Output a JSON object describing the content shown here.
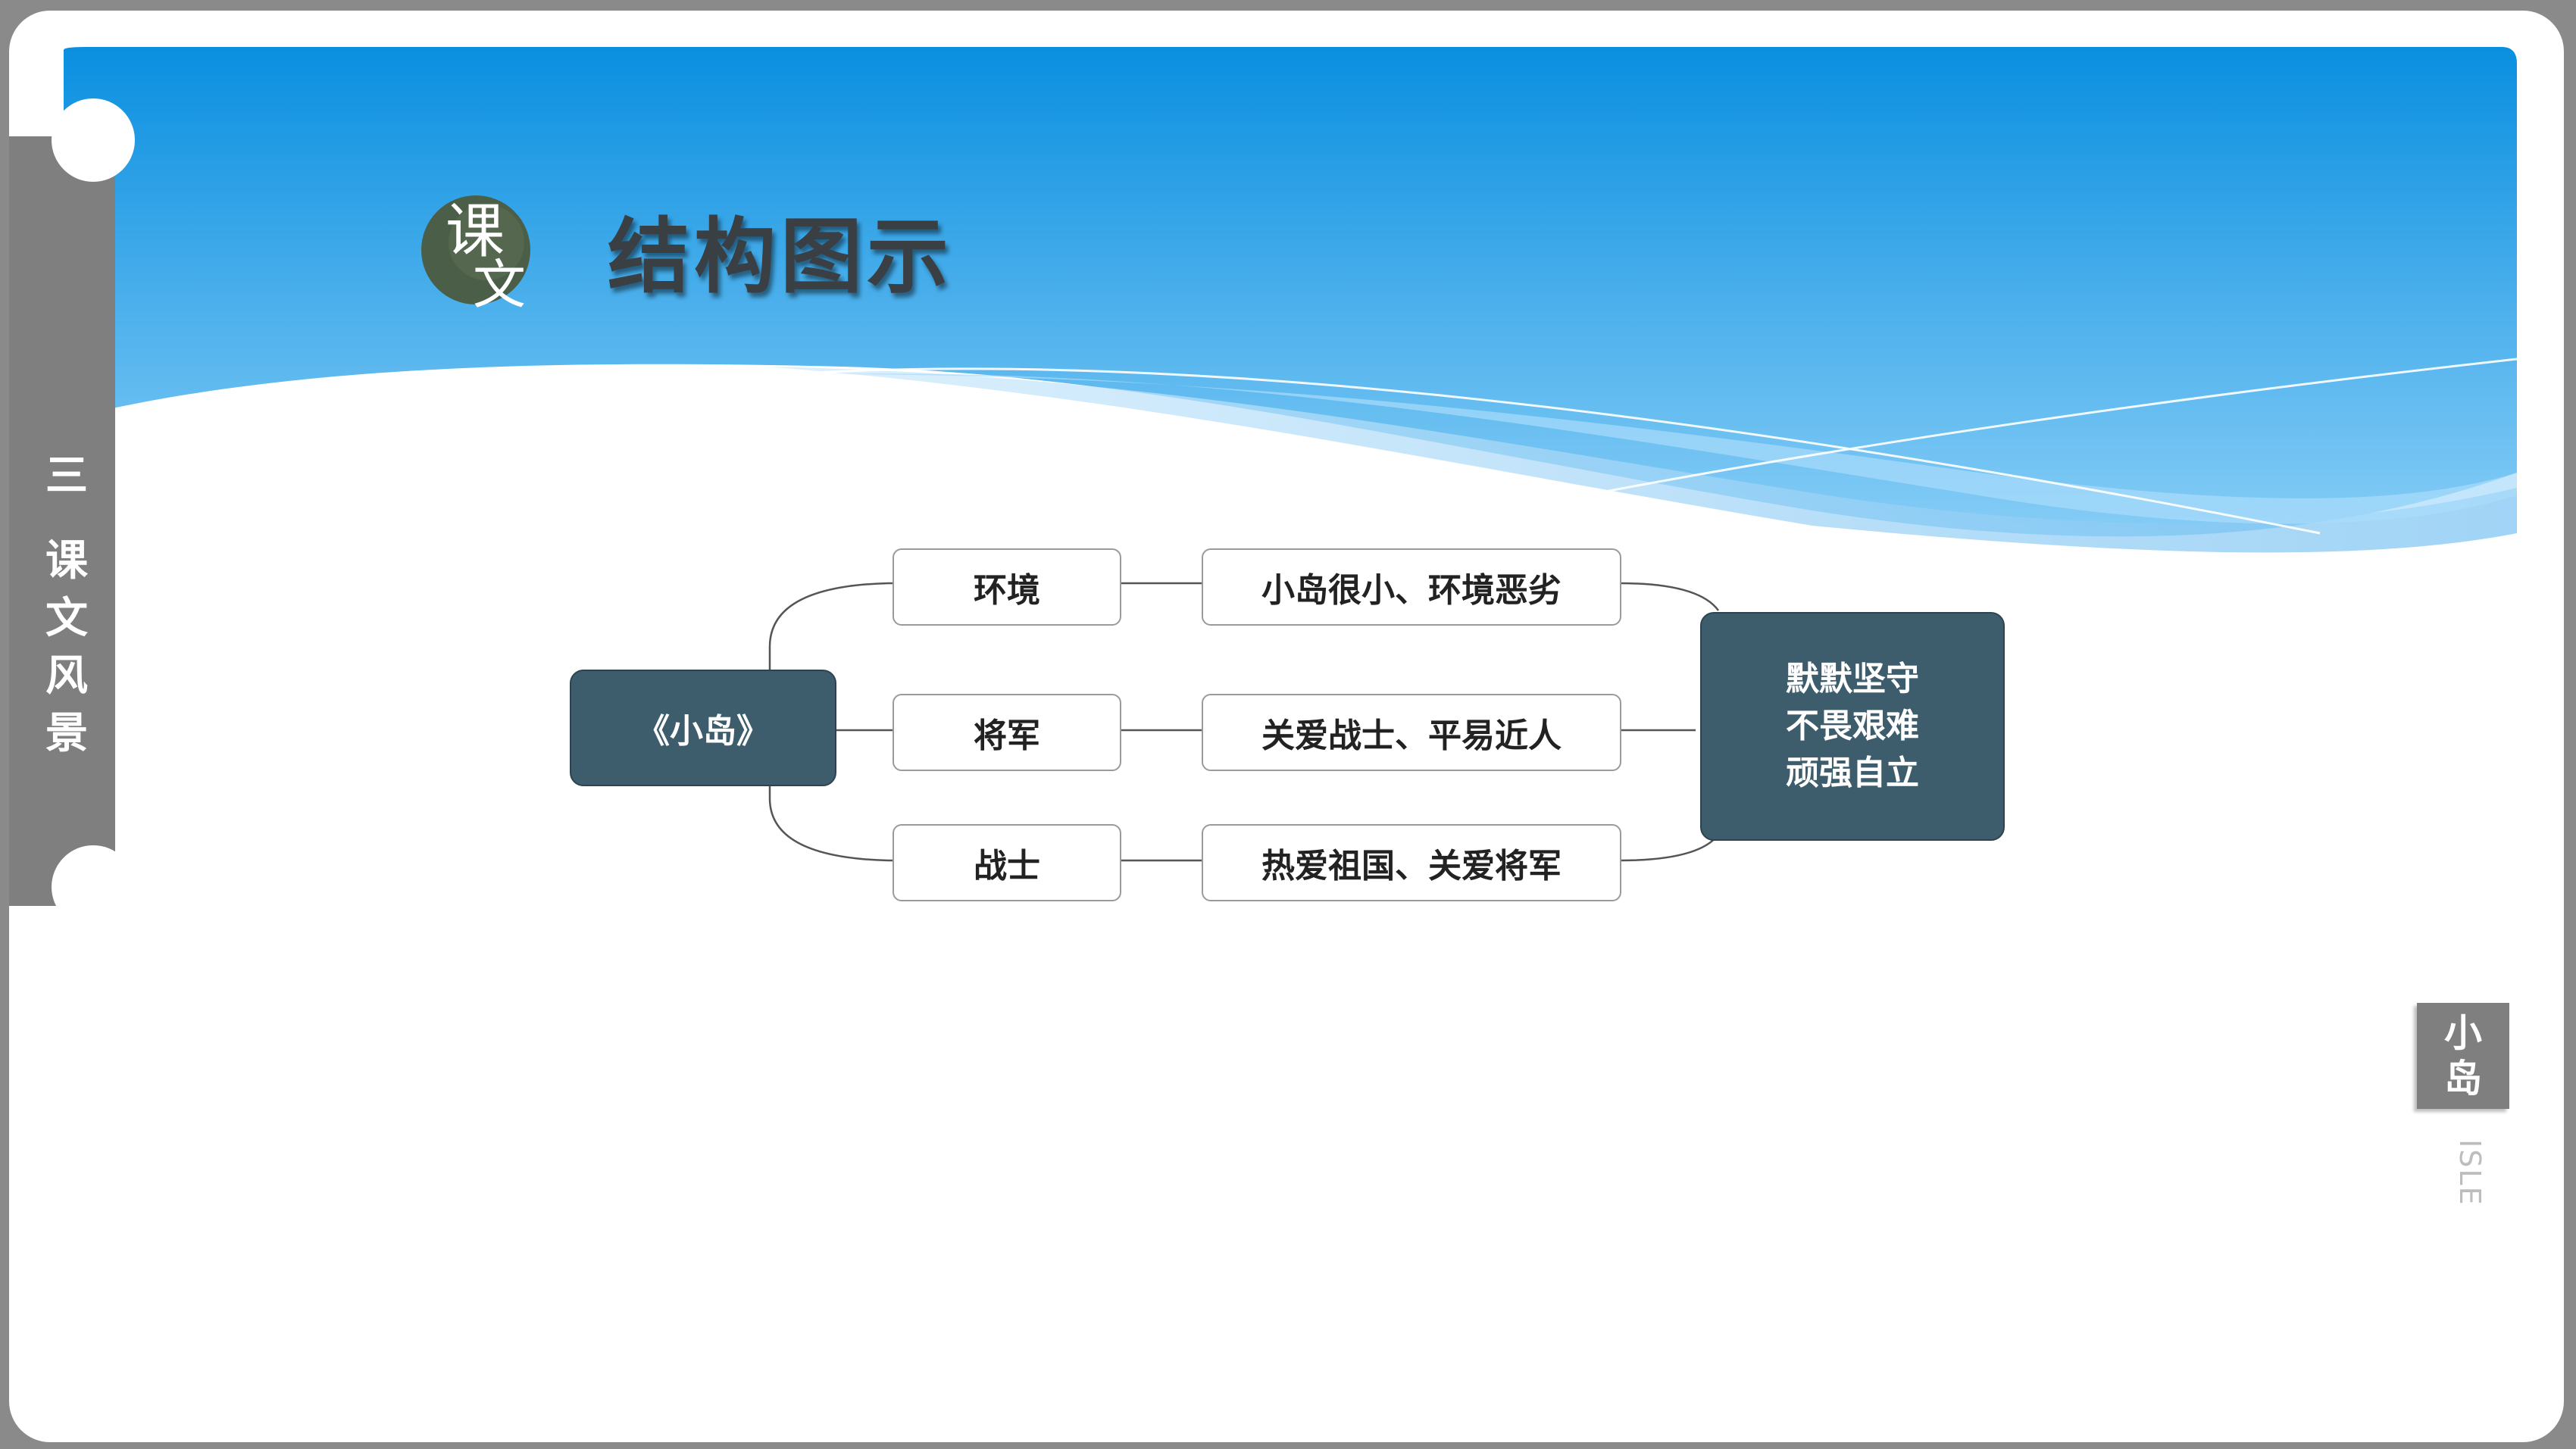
{
  "sidebar": {
    "chars": [
      "三",
      "课",
      "文",
      "风",
      "景"
    ]
  },
  "header": {
    "badge_chars": [
      "课",
      "文"
    ],
    "title": "结构图示"
  },
  "diagram": {
    "root": "《小岛》",
    "branches": [
      {
        "label": "环境",
        "detail": "小岛很小、环境恶劣"
      },
      {
        "label": "将军",
        "detail": "关爱战士、平易近人"
      },
      {
        "label": "战士",
        "detail": "热爱祖国、关爱将军"
      }
    ],
    "result": [
      "默默坚守",
      "不畏艰难",
      "顽强自立"
    ]
  },
  "corner_tag": {
    "chars": [
      "小",
      "岛"
    ],
    "english": "ISLE"
  },
  "colors": {
    "banner_top": "#0a8fe0",
    "banner_bottom": "#7cc9f5",
    "node_dark": "#3d5d6c",
    "sidebar_gray": "#7f7f7f",
    "badge_green": "#4b5e47"
  }
}
